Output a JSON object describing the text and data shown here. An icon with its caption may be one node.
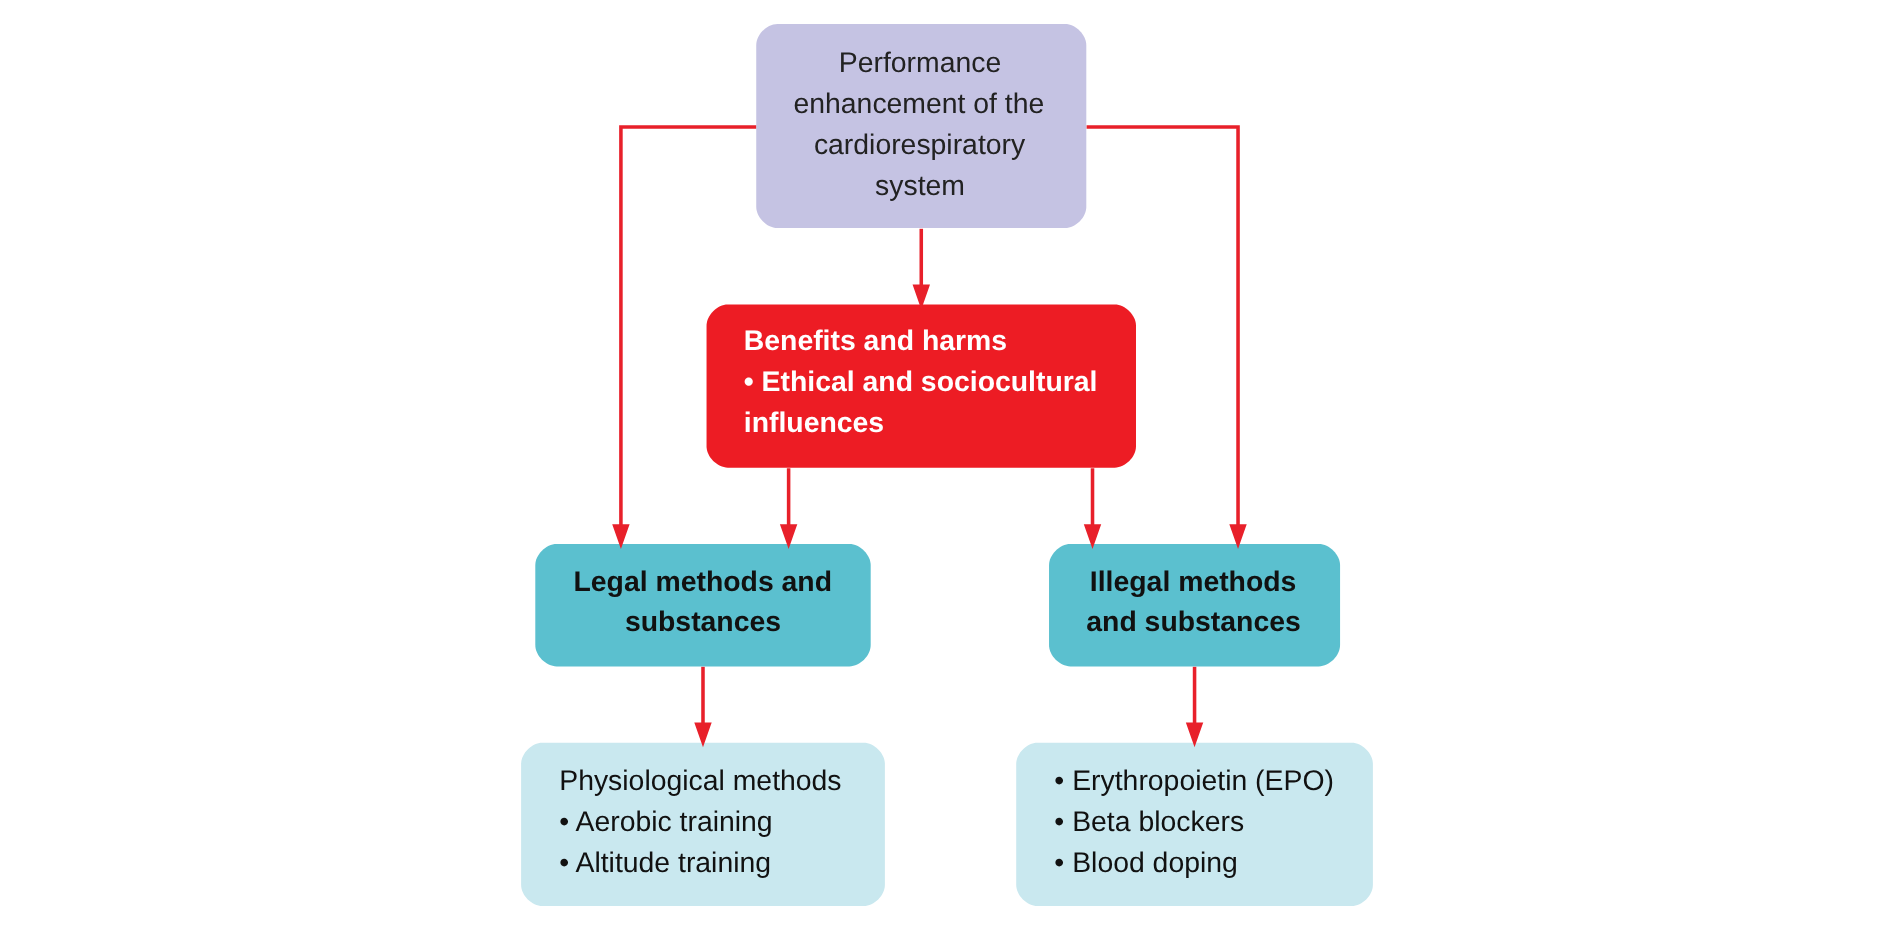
{
  "diagram": {
    "nodes": [
      {
        "text": [
          "Performance enhancement of the cardiorespiratory system"
        ]
      },
      {
        "text": [
          "Legal methods and substances"
        ]
      },
      {
        "text": [
          "Benefits and harms",
          "• Ethical and sociocultural influences"
        ]
      },
      {
        "text": [
          "Illegal methods and substances"
        ]
      },
      {
        "text": [
          "Physiological methods",
          "• Aerobic training",
          "• Altitude training"
        ]
      },
      {
        "text": [
          "• Erythropoietin (EPO)",
          "• Beta blockers",
          "• Blood doping"
        ]
      }
    ],
    "edges": [
      {
        "from": 0,
        "to": 1,
        "arrow": "to"
      },
      {
        "from": 0,
        "to": 2,
        "arrow": "to"
      },
      {
        "from": 0,
        "to": 3,
        "arrow": "to"
      },
      {
        "from": 2,
        "to": 1,
        "arrow": "to"
      },
      {
        "from": 2,
        "to": 3,
        "arrow": "to"
      },
      {
        "from": 1,
        "to": 4,
        "arrow": "to"
      },
      {
        "from": 3,
        "to": 5,
        "arrow": "to"
      }
    ]
  }
}
